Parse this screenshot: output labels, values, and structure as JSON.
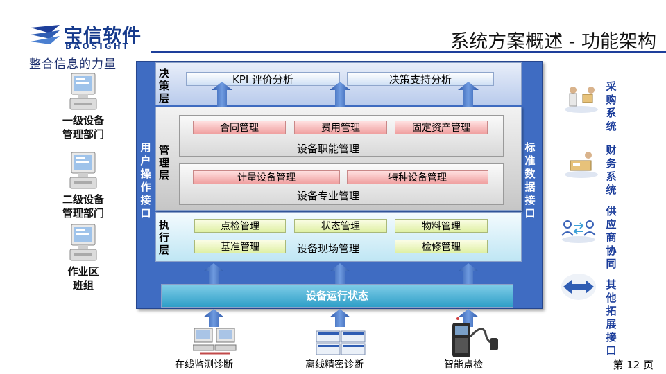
{
  "header": {
    "logo_cn": "宝信软件",
    "logo_en": "BAOSIGHT",
    "slogan": "整合信息的力量",
    "title": "系统方案概述 - 功能架构"
  },
  "left": {
    "users": [
      {
        "label": "一级设备管理部门",
        "line1": "一级设备",
        "line2": "管理部门"
      },
      {
        "label": "二级设备管理部门",
        "line1": "二级设备",
        "line2": "管理部门"
      },
      {
        "label": "作业区班组",
        "line1": "作业区",
        "line2": "班组"
      }
    ]
  },
  "frame": {
    "left_interface": "用户操作接口",
    "right_interface": "标准数据接口"
  },
  "layers": {
    "decision": {
      "name": "决策层",
      "boxes": [
        "KPI 评价分析",
        "决策支持分析"
      ]
    },
    "management": {
      "name": "管理层",
      "functional": {
        "boxes": [
          "合同管理",
          "费用管理",
          "固定资产管理"
        ],
        "caption": "设备职能管理"
      },
      "professional": {
        "boxes": [
          "计量设备管理",
          "特种设备管理"
        ],
        "caption": "设备专业管理"
      }
    },
    "execution": {
      "name": "执行层",
      "boxes": [
        "点检管理",
        "状态管理",
        "物料管理",
        "基准管理",
        "检修管理"
      ],
      "caption": "设备现场管理"
    },
    "state": {
      "label": "设备运行状态"
    }
  },
  "right": {
    "systems": [
      "采购系统",
      "财务系统",
      "供应商协同",
      "其他拓展接口"
    ]
  },
  "bottom": {
    "sources": [
      "在线监测诊断",
      "离线精密诊断",
      "智能点检"
    ]
  },
  "page": "第 12 页",
  "colors": {
    "frame_blue": "#3f6cc2",
    "accent_blue": "#1e3f9b",
    "state_cyan": "#2f9fc8",
    "arrow_blue": "#2f5db3"
  }
}
